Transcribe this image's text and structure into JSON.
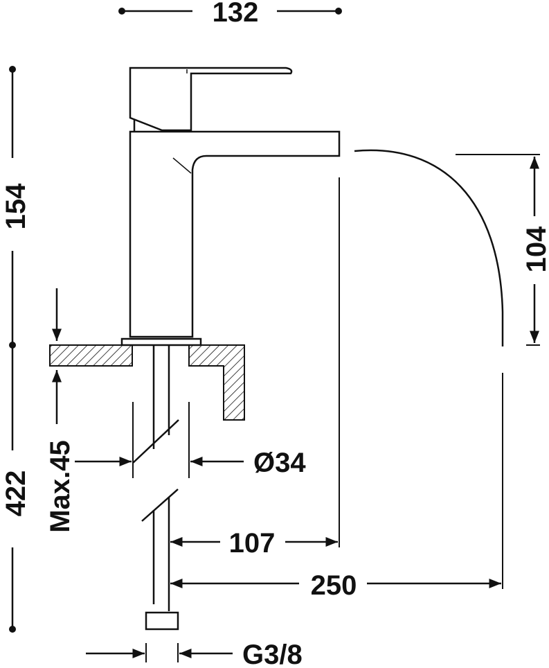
{
  "colors": {
    "line": "#111111",
    "background": "#ffffff"
  },
  "dimensions": {
    "top_width": "132",
    "height_to_lever": "154",
    "spout_height": "104",
    "counter_thickness": "Max.45",
    "overall_length": "422",
    "tube_diameter": "Ø34",
    "spout_reach": "107",
    "flow_reach": "250",
    "connection_thread": "G3/8"
  }
}
